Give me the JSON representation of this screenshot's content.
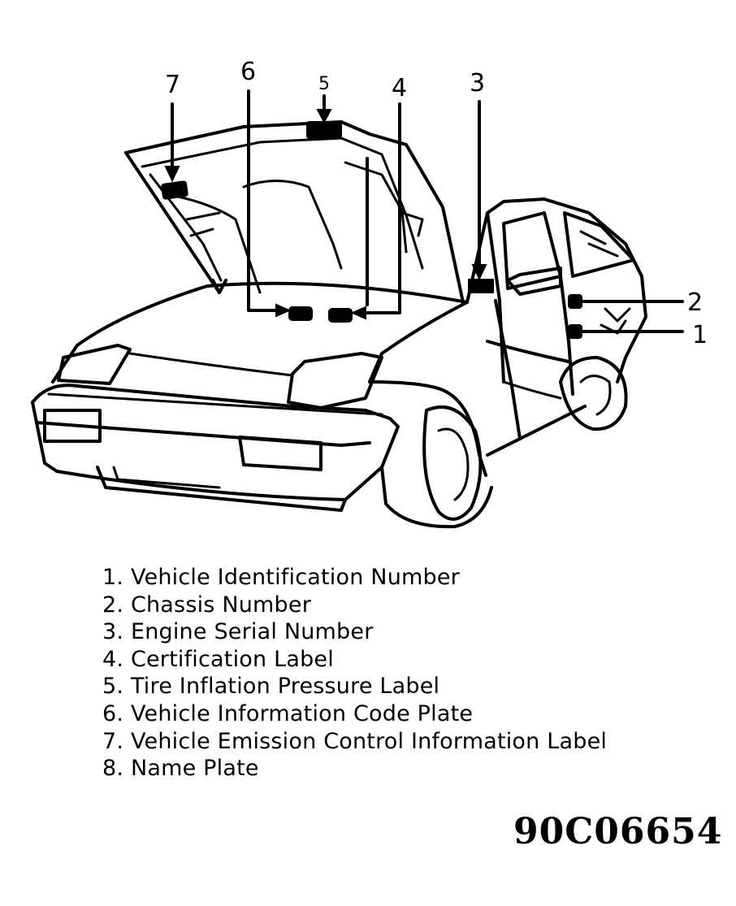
{
  "callouts": {
    "c1": "1",
    "c2": "2",
    "c3": "3",
    "c4": "4",
    "c5": "5",
    "c6": "6",
    "c7": "7"
  },
  "legend": [
    "1. Vehicle Identification Number",
    "2. Chassis Number",
    "3. Engine Serial Number",
    "4. Certification Label",
    "5. Tire Inflation Pressure Label",
    "6. Vehicle Information Code Plate",
    "7. Vehicle Emission Control Information Label",
    "8. Name Plate"
  ],
  "figure_id": "90C06654"
}
